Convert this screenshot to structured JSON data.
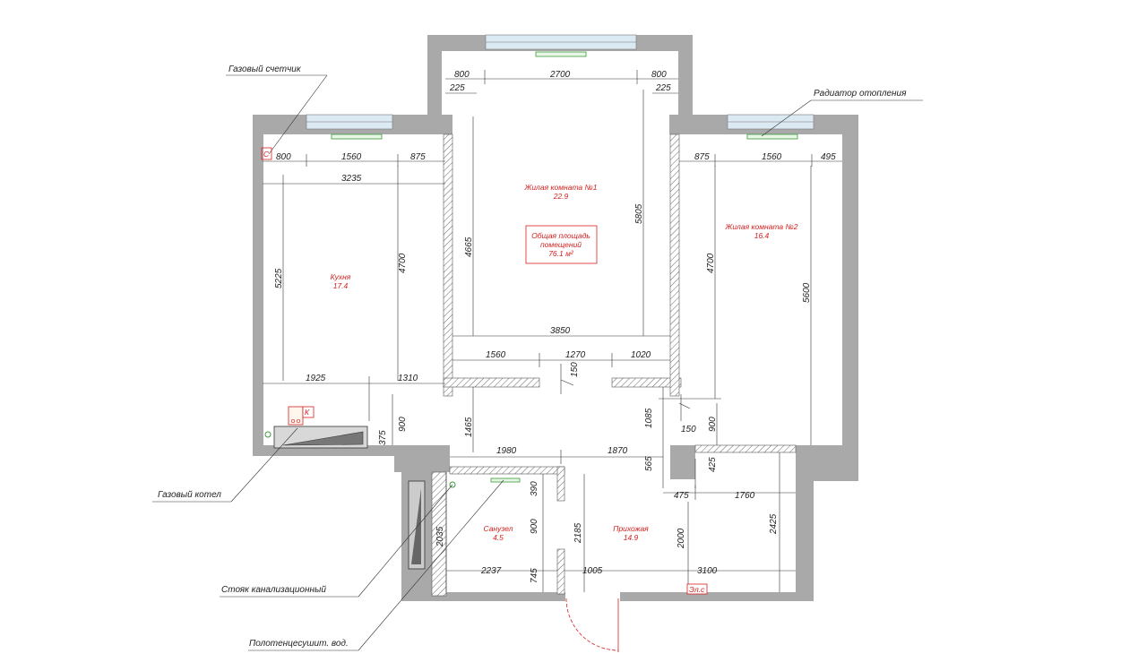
{
  "callouts": {
    "gas_meter": "Газовый счетчик",
    "radiator": "Радиатор отопления",
    "gas_boiler": "Газовый котел",
    "sewer_riser": "Стояк канализационный",
    "towel_dryer": "Полотенцесушит. вод."
  },
  "rooms": {
    "living1_name": "Жилая комната №1",
    "living1_area": "22.9",
    "living2_name": "Жилая комната №2",
    "living2_area": "16.4",
    "kitchen_name": "Кухня",
    "kitchen_area": "17.4",
    "bathroom_name": "Санузел",
    "bathroom_area": "4.5",
    "hallway_name": "Прихожая",
    "hallway_area": "14.9"
  },
  "total_area": {
    "line1": "Общая площадь",
    "line2": "помещений",
    "value": "76.1 м²"
  },
  "symbols": {
    "gas_meter_mark": "С",
    "boiler_mark": "К",
    "panel_mark": "Эл.с"
  },
  "dims": {
    "top_800_left": "800",
    "top_2700": "2700",
    "top_800_right": "800",
    "top_225_left": "225",
    "top_225_right": "225",
    "k_800": "800",
    "k_1560": "1560",
    "k_875": "875",
    "k_3235": "3235",
    "k_5225": "5225",
    "k_4700": "4700",
    "k_1925": "1925",
    "k_1310": "1310",
    "k_900": "900",
    "k_375": "375",
    "l1_4665": "4665",
    "l1_5805": "5805",
    "l1_3850": "3850",
    "l1_1560": "1560",
    "l1_1270": "1270",
    "l1_1020": "1020",
    "l1_150": "150",
    "l2_875": "875",
    "l2_1560": "1560",
    "l2_495": "495",
    "l2_4700": "4700",
    "l2_5600": "5600",
    "l2_1085": "1085",
    "l2_150": "150",
    "l2_900": "900",
    "c_1465": "1465",
    "c_1980": "1980",
    "c_1870": "1870",
    "c_565": "565",
    "c_425": "425",
    "c_475": "475",
    "c_1760": "1760",
    "c_2425": "2425",
    "c_2000": "2000",
    "c_3100": "3100",
    "c_1005": "1005",
    "c_2185": "2185",
    "b_390": "390",
    "b_900": "900",
    "b_745": "745",
    "b_2035": "2035",
    "b_2237": "2237"
  }
}
